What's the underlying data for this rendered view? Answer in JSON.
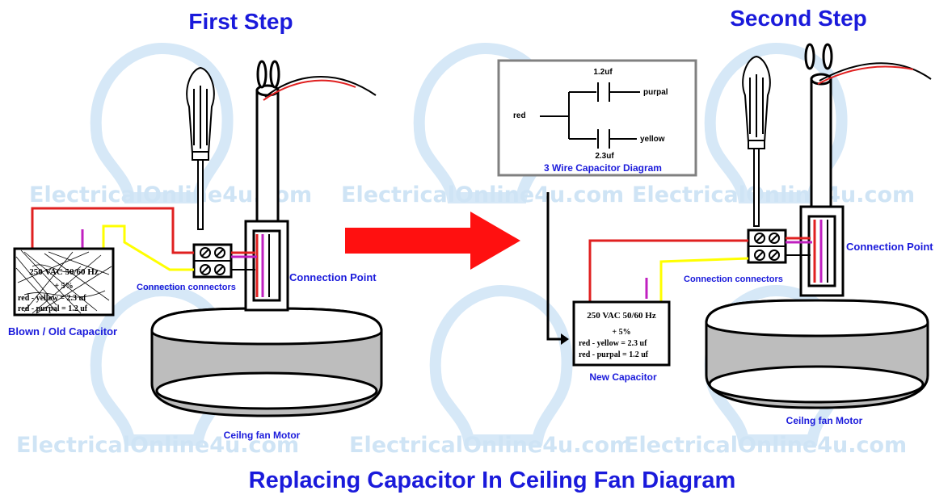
{
  "titles": {
    "first_step": "First Step",
    "second_step": "Second Step",
    "main": "Replacing Capacitor In Ceiling Fan Diagram"
  },
  "watermark": "ElectricalOnline4u.com",
  "labels": {
    "connection_connectors": "Connection connectors",
    "connection_point": "Connection Point",
    "blown_capacitor": "Blown / Old Capacitor",
    "new_capacitor": "New Capacitor",
    "ceiling_fan_motor": "Ceilng fan Motor"
  },
  "capacitor": {
    "rating": "250 VAC 50/60 Hz",
    "tolerance": "+  5%",
    "yellow_line": "red - yellow = 2.3 uf",
    "purpal_line": "red - purpal = 1.2 uf"
  },
  "capacitor_diagram": {
    "title": "3 Wire Capacitor  Diagram",
    "top_value": "1.2uf",
    "bottom_value": "2.3uf",
    "input": "red",
    "top_output": "purpal",
    "bottom_output": "yellow"
  },
  "colors": {
    "title_blue": "#1a1adb",
    "wire_red": "#e02020",
    "wire_yellow": "#ffff00",
    "wire_purple": "#c020c0",
    "arrow_red": "#ff1010",
    "watermark": "#cfe4f5",
    "motor_fill": "#bdbdbd"
  }
}
